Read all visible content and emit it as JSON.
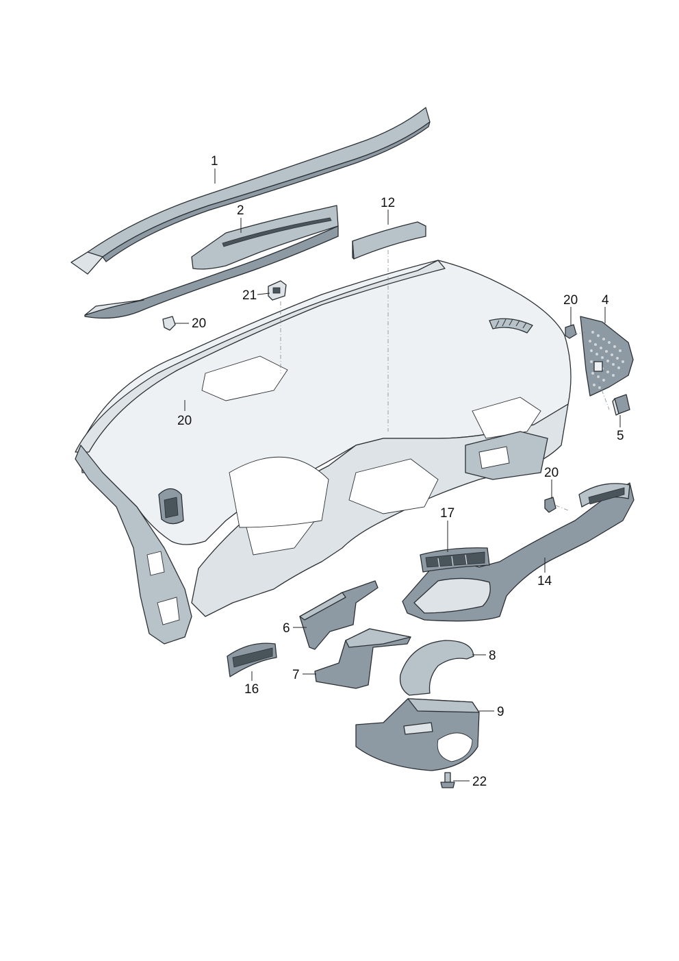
{
  "diagram": {
    "callouts": [
      {
        "id": "c1",
        "text": "1"
      },
      {
        "id": "c2",
        "text": "2"
      },
      {
        "id": "c12",
        "text": "12"
      },
      {
        "id": "c21",
        "text": "21"
      },
      {
        "id": "c20a",
        "text": "20"
      },
      {
        "id": "c20b",
        "text": "20"
      },
      {
        "id": "c20c",
        "text": "20"
      },
      {
        "id": "c4",
        "text": "4"
      },
      {
        "id": "c5",
        "text": "5"
      },
      {
        "id": "c20d",
        "text": "20"
      },
      {
        "id": "c17",
        "text": "17"
      },
      {
        "id": "c14",
        "text": "14"
      },
      {
        "id": "c6",
        "text": "6"
      },
      {
        "id": "c7",
        "text": "7"
      },
      {
        "id": "c8",
        "text": "8"
      },
      {
        "id": "c16",
        "text": "16"
      },
      {
        "id": "c9",
        "text": "9"
      },
      {
        "id": "c22",
        "text": "22"
      }
    ]
  }
}
